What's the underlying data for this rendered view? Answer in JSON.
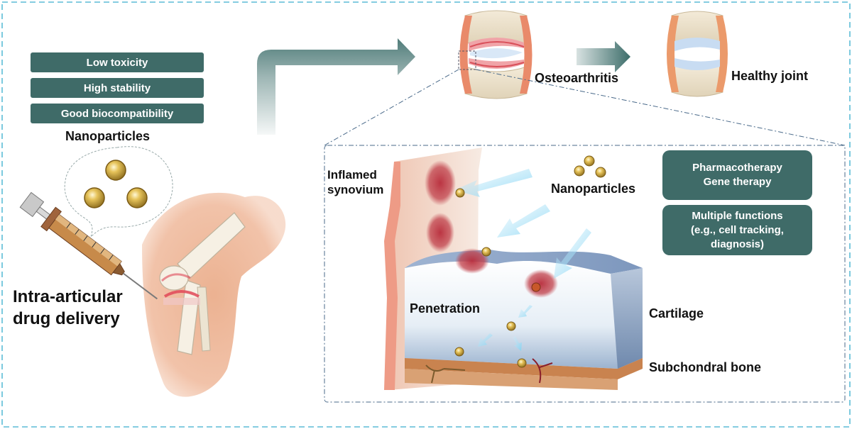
{
  "properties": [
    "Low toxicity",
    "High stability",
    "Good biocompatibility"
  ],
  "labels": {
    "nanoparticles_left": "Nanoparticles",
    "delivery_line1": "Intra-articular",
    "delivery_line2": "drug delivery",
    "osteoarthritis": "Osteoarthritis",
    "healthy_joint": "Healthy joint",
    "synovium_line1": "Inflamed",
    "synovium_line2": "synovium",
    "nanoparticles_right": "Nanoparticles",
    "penetration": "Penetration",
    "cartilage": "Cartilage",
    "subchondral_bone": "Subchondral bone"
  },
  "therapy_box": {
    "line1": "Pharmacotherapy",
    "line2": "Gene therapy"
  },
  "function_box": {
    "line1": "Multiple functions",
    "line2": "(e.g., cell tracking,",
    "line3": "diagnosis)"
  },
  "colors": {
    "box_fill": "#3f6b68",
    "arrow_teal": "#3c6d6a",
    "frame_dash": "#5bbcd6",
    "inflammation": "#c0404a",
    "nanoparticle_gold": "#c9a23a"
  }
}
